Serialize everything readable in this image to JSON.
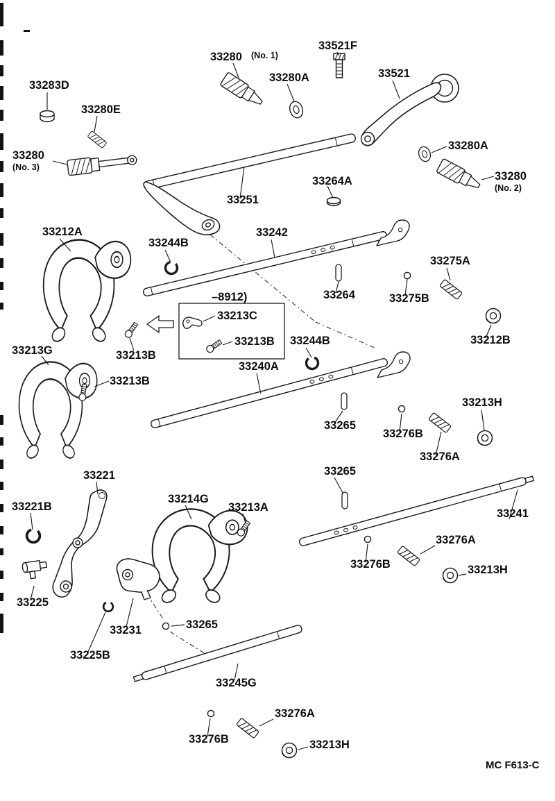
{
  "figure": {
    "footer_code": "MC F613-C",
    "variant_range": "–8912)"
  },
  "parts": {
    "33283D": "33283D",
    "33280E": "33280E",
    "33280": "33280",
    "no1": "(No. 1)",
    "no2": "(No. 2)",
    "no3": "(No. 3)",
    "33280A": "33280A",
    "33521F": "33521F",
    "33521": "33521",
    "33251": "33251",
    "33264A": "33264A",
    "33264": "33264",
    "33212A": "33212A",
    "33244B": "33244B",
    "33242": "33242",
    "33275A": "33275A",
    "33275B": "33275B",
    "33212B": "33212B",
    "33213C": "33213C",
    "33213B": "33213B",
    "33213G": "33213G",
    "33240A": "33240A",
    "33265": "33265",
    "33276B": "33276B",
    "33276A": "33276A",
    "33213H": "33213H",
    "33221": "33221",
    "33221B": "33221B",
    "33214G": "33214G",
    "33213A": "33213A",
    "33241": "33241",
    "33225": "33225",
    "33231": "33231",
    "33225B": "33225B",
    "33245G": "33245G"
  }
}
